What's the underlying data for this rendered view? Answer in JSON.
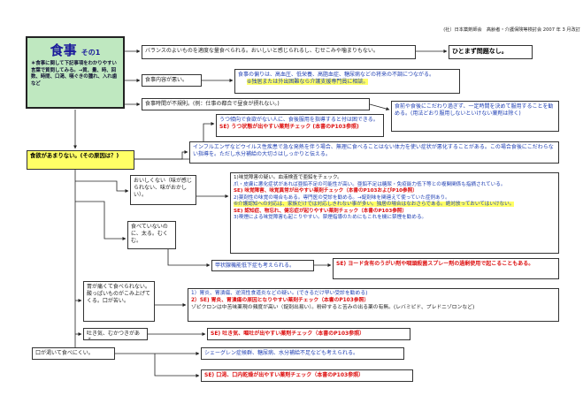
{
  "header": {
    "org": "(社）日本薬剤師会　高齢者・介護保険等検討会 2007 年 3 月改訂"
  },
  "title": {
    "main": "食事",
    "sub": "その1",
    "description": "＊食事に関して下記事項をわかりやすい言葉で質問してみる。→質、量、時、回数、時間、口渇、嚥ぐきの腫れ、入れ歯など"
  },
  "top_box": {
    "text": "バランスのよいものを適度な量食べられる。おいしいと感じられるし、むせこみや噛まりもない。"
  },
  "verdict": {
    "text": "ひとまず問題なし。"
  },
  "q1": {
    "text": "食事内容が悪い。"
  },
  "q1_result": {
    "line1": "食事の偏りは、高血圧、低栄養、高脂血症、糖尿病などの将来の不調につながる。",
    "line2": "⑥独居または外出困難なら介護支援専門員に相談。"
  },
  "q2": {
    "text": "食事時間が不規則。(例：仕事の都合で昼食が摂れない。)"
  },
  "q2_result": {
    "text": "食前や食後にこだわり過ぎず、一定時間を決めて服用することを勧める。(用法どおり服用しないといけない薬剤は除く)"
  },
  "appetite": {
    "text": "食欲があまりない。(その原因は？)"
  },
  "depression": {
    "line1": "うつ傾向で食欲がない人に、食後服用を指導すると付は困できる。",
    "line2": "SE) うつ状態が出やすい薬剤チェック (本書のP103参照)"
  },
  "flu": {
    "text": "インフルエンザなどウイルス性疾患で急な発熱を伴う場合、無理に食べることはない体力を使い症状が悪化することがある。この場合食後にこだわらない指導を。ただし水分補給の大切さはしっかりと伝える。"
  },
  "taste": {
    "text": "おいしくない（味が感じられない、味がおかしい）。"
  },
  "taste_result": {
    "l1": "1)味覚障害の疑い。血液検査で亜鉛をチェック。",
    "l2": "爪・皮膚に悪化症状があれば亜鉛不足の可能性が高い。亜鉛不足は糖尿・免疫能力低下等との複関関係も指摘されている。",
    "l3": "SE) 味覚障害、味覚異常が出やすい薬剤チェック（本書のP103およびP10参照）",
    "l4": "2)薬剤性の味覚の場合もある。専門医の受診を勧める。→錠剤味を関連えて使っていた症例あり。",
    "l5": "⑥介護認知への対応は、家族だけでは対応しきれない事が多い。独居の場合はなおさらである。絶対放っておいてはいけない。",
    "l6": "SE) 認知症、物忘れ、健忘症が起りやすい薬剤チェック（本書のP103参照）",
    "l7": "3)喫煙による味覚障害も起こりやすい。禁煙指導のためにもこれを機に禁煙を勧める。"
  },
  "not_eating": {
    "text": "食べていないのに、太る。むくむ。"
  },
  "thyroid": {
    "text": "甲状腺機能低下症も考えられる。"
  },
  "iodine": {
    "text": "SE) ヨード含有のうがい剤や咽頭殺菌スプレー剤の過剰使用で起こることもある。"
  },
  "stomach": {
    "text": "胃が痛くて食べられない。酸っぱいものがこみ上げてくる。口が苦い。"
  },
  "stomach_result": {
    "l1": "1）胃炎、胃潰瘍、逆流性食道炎などの疑い。(できるだけ早い受診を勧める)",
    "l2": "2）SE) 胃炎、胃潰瘍の原因となりやすい薬剤チェック（本書のP103参照）",
    "l3": "ゾピクロンは中苦味薬現の頻度が高い（錠剤出易い）。粉砕すると苦みの出る薬の有無。(レバミピド、プレドニゾロンなど)"
  },
  "nausea": {
    "text": "吐き気、むかつきがある。"
  },
  "nausea_result": {
    "text": "SE) 吐き気、嘔吐が出やすい薬剤チェック（本書のP103参照）"
  },
  "dry": {
    "text": "口が渇いて食べにくい。"
  },
  "dry_result1": {
    "text": "シェーグレン症候群、糖尿病、水分補給不足なども考えられる。"
  },
  "dry_result2": {
    "text": "SE) 口渇、口内乾燥が出やすい薬剤チェック（本書のP103参照）"
  },
  "colors": {
    "title_bg": "#bfe8c0",
    "title_border": "#222",
    "yellow": "#ffff66",
    "blue_text": "#1f3fb3",
    "red_text": "#d11111"
  }
}
